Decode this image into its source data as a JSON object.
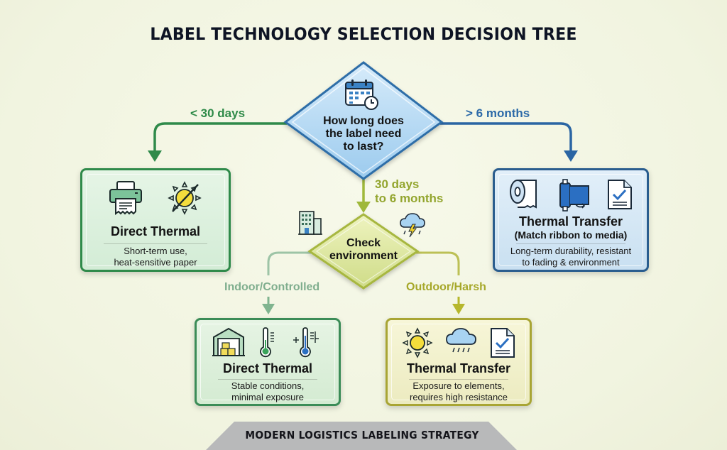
{
  "title": "LABEL TECHNOLOGY SELECTION DECISION TREE",
  "colors": {
    "background": "#f3f5e2",
    "blue": "#2c6aa8",
    "green": "#2f8a4a",
    "olive": "#93a52e",
    "sage": "#7fae8e",
    "yellow": "#a8a534",
    "footer_bg": "#b8babb"
  },
  "root_decision": {
    "question": "How long does the label need to last?",
    "question_lines": [
      "How long does",
      "the label need",
      "to last?"
    ],
    "icon": "calendar-clock-icon"
  },
  "branches": {
    "short": {
      "label": "< 30 days"
    },
    "long": {
      "label": "> 6 months"
    },
    "medium": {
      "label": "30 days to 6 months",
      "label_lines": [
        "30 days",
        "to 6 months"
      ]
    }
  },
  "environment_decision": {
    "question": "Check environment",
    "question_lines": [
      "Check",
      "environment"
    ],
    "icons": [
      "building-icon",
      "storm-cloud-icon"
    ],
    "branches": {
      "indoor": {
        "label": "Indoor/Controlled"
      },
      "outdoor": {
        "label": "Outdoor/Harsh"
      }
    }
  },
  "outcomes": {
    "short_term": {
      "title": "Direct Thermal",
      "description_lines": [
        "Short-term use,",
        "heat-sensitive paper"
      ],
      "icons": [
        "printer-icon",
        "no-sun-icon"
      ]
    },
    "long_term": {
      "title": "Thermal Transfer",
      "subtitle": "(Match ribbon to media)",
      "description_lines": [
        "Long-term durability, resistant",
        "to fading & environment"
      ],
      "icons": [
        "label-roll-icon",
        "ribbon-icon",
        "document-check-icon"
      ]
    },
    "indoor": {
      "title": "Direct Thermal",
      "description_lines": [
        "Stable conditions,",
        "minimal exposure"
      ],
      "icons": [
        "warehouse-icon",
        "thermometer-icon",
        "thermometer-cold-icon"
      ]
    },
    "outdoor": {
      "title": "Thermal Transfer",
      "description_lines": [
        "Exposure to elements,",
        "requires high resistance"
      ],
      "icons": [
        "sun-icon",
        "rain-cloud-icon",
        "document-check-icon"
      ]
    }
  },
  "footer": {
    "text": "MODERN LOGISTICS LABELING STRATEGY"
  }
}
